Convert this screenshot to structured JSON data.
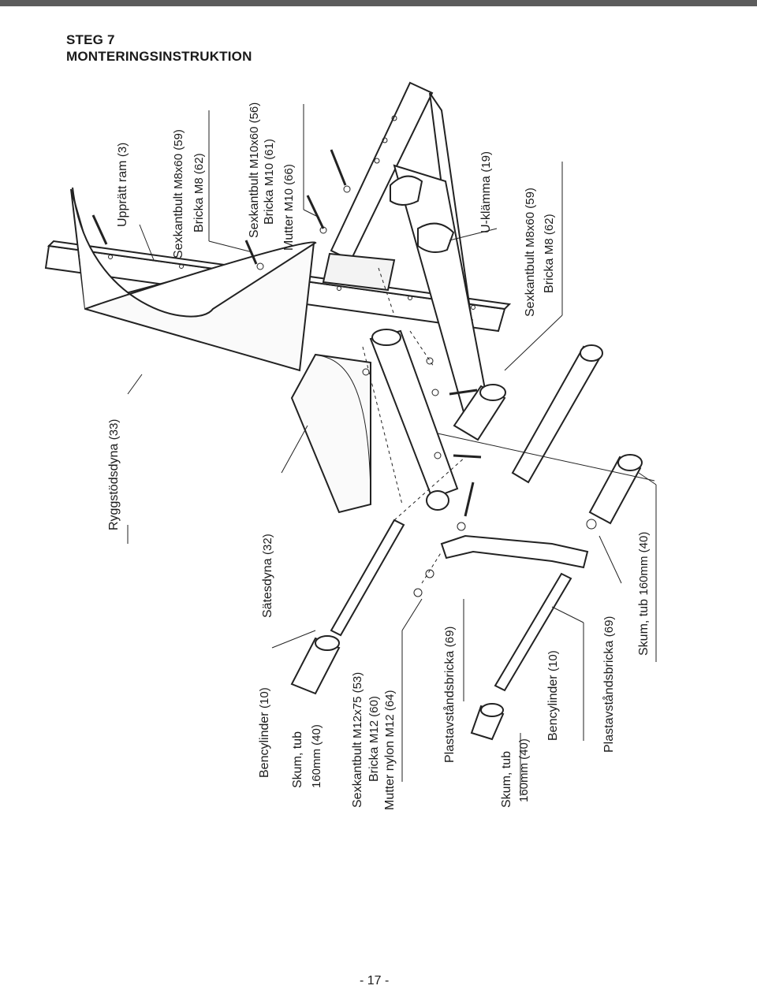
{
  "header": {
    "step": "STEG 7",
    "title": "MONTERINGSINSTRUKTION"
  },
  "labels": {
    "upright_frame": "Upprätt ram",
    "upright_frame_num": "(3)",
    "bolt_a": "Sexkantbult",
    "bolt_a_code": "M8x60 (59)",
    "washer_a": "Bricka",
    "washer_a_code": "M8 (62)",
    "bolt_b": "Sexkantbult",
    "bolt_b_code": "M10x60 (56)",
    "washer_b": "Bricka",
    "washer_b_code": "M10 (61)",
    "nut_b": "Mutter",
    "nut_b_code": "M10 (66)",
    "u_clamp": "U-klämma",
    "u_clamp_num": "(19)",
    "bolt_c": "Sexkantbult",
    "bolt_c_code": "M8x60 (59)",
    "washer_c": "Bricka",
    "washer_c_code": "M8 (62)",
    "back_pad": "Ryggstödsdyna",
    "back_pad_num": "(33)",
    "seat_pad": "Sätesdyna",
    "seat_pad_num": "(32)",
    "leg_tube_1": "Bencylinder",
    "leg_tube_1_num": "(10)",
    "foam_1": "Skum, tub",
    "foam_1_code": "160mm (40)",
    "bolt_d": "Sexkantbult",
    "bolt_d_code": "M12x75 (53)",
    "washer_d": "Bricka",
    "washer_d_code": "M12 (60)",
    "nut_d": "Mutter nylon",
    "nut_d_code": "M12 (64)",
    "spacer_1": "Plastavståndsbricka",
    "spacer_1_num": "(69)",
    "foam_2": "Skum, tub",
    "foam_2_code": "160mm (40)",
    "leg_tube_2": "Bencylinder",
    "leg_tube_2_num": "(10)",
    "spacer_2": "Plastavståndsbricka",
    "spacer_2_num": "(69)",
    "foam_3": "Skum, tub",
    "foam_3_code": "160mm (40)"
  },
  "footer": {
    "page": "- 17 -"
  }
}
